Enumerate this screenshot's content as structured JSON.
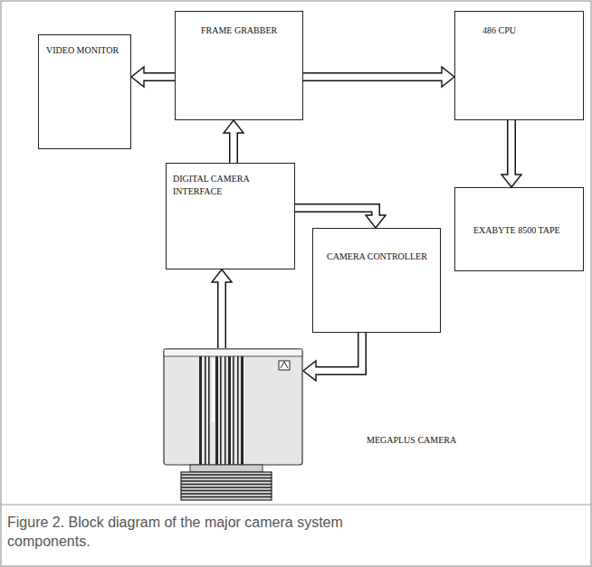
{
  "diagram": {
    "caption": "Figure 2. Block diagram of the major camera system components.",
    "nodes": [
      {
        "text": [
          "VIDEO MONITOR"
        ]
      },
      {
        "text": [
          "FRAME GRABBER"
        ]
      },
      {
        "text": [
          "486 CPU"
        ]
      },
      {
        "text": [
          "DIGITAL CAMERA INTERFACE"
        ]
      },
      {
        "text": [
          "EXABYTE 8500 TAPE"
        ]
      },
      {
        "text": [
          "CAMERA CONTROLLER"
        ]
      },
      {
        "text": [
          "MEGAPLUS CAMERA"
        ]
      }
    ],
    "edges": [
      {
        "from": 1,
        "to": 0,
        "arrow": "to"
      },
      {
        "from": 1,
        "to": 2,
        "arrow": "to"
      },
      {
        "from": 2,
        "to": 4,
        "arrow": "to"
      },
      {
        "from": 3,
        "to": 1,
        "arrow": "to"
      },
      {
        "from": 6,
        "to": 3,
        "arrow": "to"
      },
      {
        "from": 3,
        "to": 5,
        "arrow": "to"
      },
      {
        "from": 5,
        "to": 6,
        "arrow": "to"
      }
    ]
  }
}
